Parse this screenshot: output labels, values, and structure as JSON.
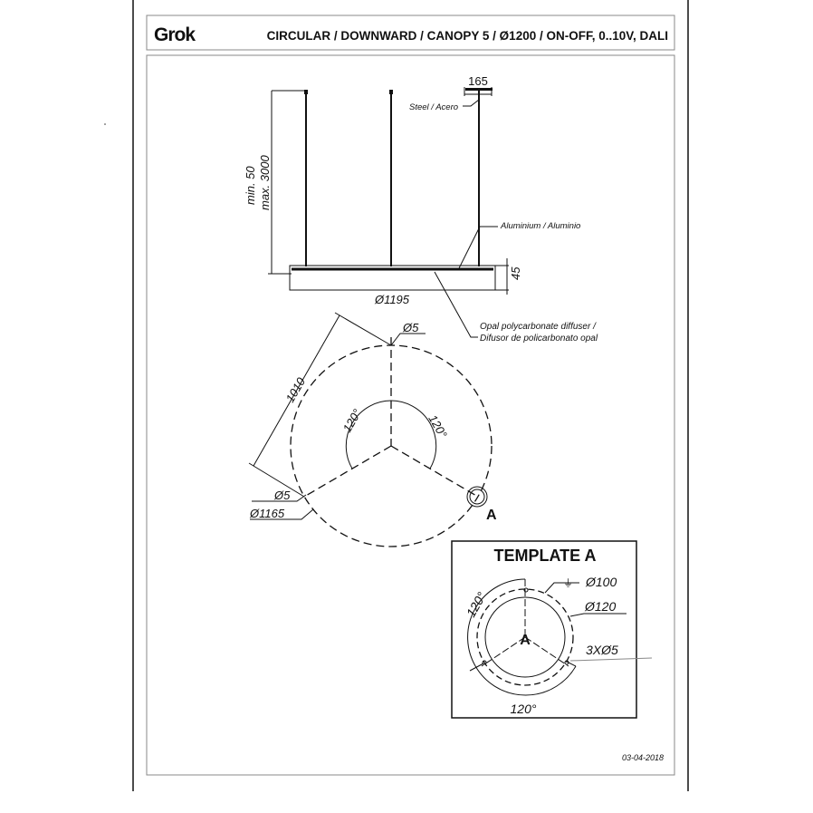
{
  "header": {
    "brand": "Grok",
    "title": "CIRCULAR / DOWNWARD / CANOPY 5 / Ø1200 / ON-OFF, 0..10V, DALI"
  },
  "elevation": {
    "canopy_dim": "165",
    "steel_label": "Steel / Acero",
    "height_min": "min. 50",
    "height_max": "max. 3000",
    "aluminium_label": "Aluminium / Aluminio",
    "thickness": "45",
    "diameter": "Ø1195",
    "diffuser_label_en": "Opal polycarbonate diffuser /",
    "diffuser_label_es": "Difusor de policarbonato opal"
  },
  "plan": {
    "hole_top": "Ø5",
    "dim_1010": "1010",
    "angle_left": "120°",
    "angle_right": "120°",
    "hole_left": "Ø5",
    "circle_dia": "Ø1165",
    "detail_marker": "A"
  },
  "template": {
    "title": "TEMPLATE A",
    "center_label": "A",
    "dia_100": "Ø100",
    "dia_120": "Ø120",
    "holes": "3XØ5",
    "angle_top": "120°",
    "angle_bottom": "120°"
  },
  "footer": {
    "date": "03-04-2018"
  }
}
